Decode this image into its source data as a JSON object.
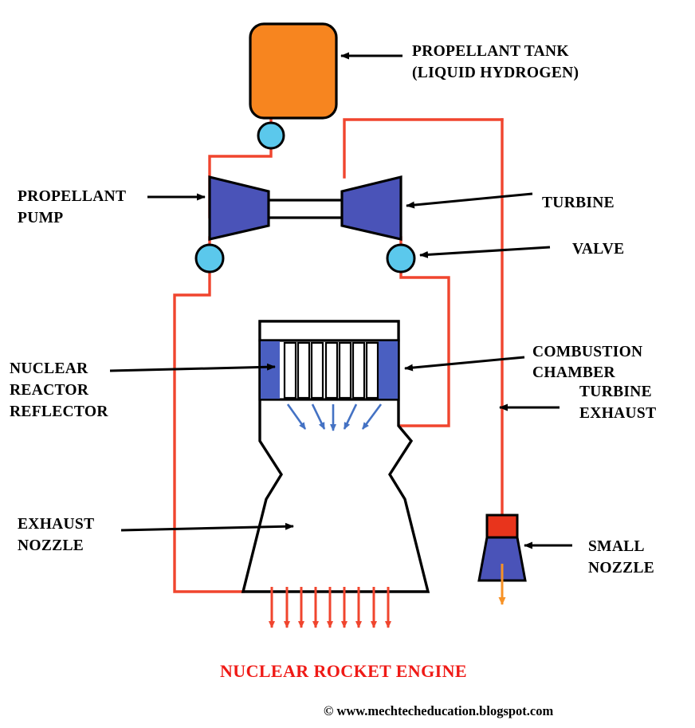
{
  "figure": {
    "title": "NUCLEAR ROCKET ENGINE",
    "credit": "© www.mechtecheducation.blogspot.com",
    "background": "#ffffff"
  },
  "colors": {
    "tank_fill": "#F7851F",
    "valve_fill": "#5BC8EC",
    "machine_fill": "#4A53B8",
    "reflector_fill": "#4A5FC1",
    "pipe_red": "#F0452E",
    "exhaust_red": "#F0452E",
    "core_arrow_blue": "#4472C4",
    "small_nozzle_top": "#E8341C",
    "small_nozzle_body": "#4A53B8",
    "small_nozzle_arrow": "#F79226",
    "outline_black": "#000000",
    "title_red": "#ef1a16"
  },
  "labels": [
    {
      "id": "propellant-tank",
      "lines": [
        "PROPELLANT TANK",
        "(LIQUID HYDROGEN)"
      ]
    },
    {
      "id": "propellant-pump",
      "lines": [
        "PROPELLANT",
        "PUMP"
      ]
    },
    {
      "id": "turbine",
      "lines": [
        "TURBINE"
      ]
    },
    {
      "id": "valve",
      "lines": [
        "VALVE"
      ]
    },
    {
      "id": "combustion-chamber",
      "lines": [
        "COMBUSTION",
        "CHAMBER"
      ]
    },
    {
      "id": "turbine-exhaust",
      "lines": [
        "TURBINE",
        "EXHAUST"
      ]
    },
    {
      "id": "nuclear-reactor-reflector",
      "lines": [
        "NUCLEAR",
        "REACTOR",
        "REFLECTOR"
      ]
    },
    {
      "id": "exhaust-nozzle",
      "lines": [
        "EXHAUST",
        "NOZZLE"
      ]
    },
    {
      "id": "small-nozzle",
      "lines": [
        "SMALL",
        "NOZZLE"
      ]
    }
  ],
  "label_text": {
    "propellant_tank_1": "PROPELLANT TANK",
    "propellant_tank_2": "(LIQUID HYDROGEN)",
    "propellant_pump_1": "PROPELLANT",
    "propellant_pump_2": "PUMP",
    "turbine_1": "TURBINE",
    "valve_1": "VALVE",
    "combustion_chamber_1": "COMBUSTION",
    "combustion_chamber_2": "CHAMBER",
    "turbine_exhaust_1": "TURBINE",
    "turbine_exhaust_2": "EXHAUST",
    "reflector_1": "NUCLEAR",
    "reflector_2": "REACTOR",
    "reflector_3": "REFLECTOR",
    "exhaust_nozzle_1": "EXHAUST",
    "exhaust_nozzle_2": "NOZZLE",
    "small_nozzle_1": "SMALL",
    "small_nozzle_2": "NOZZLE"
  },
  "components": {
    "tank": {
      "name": "propellant-tank",
      "shape": "rounded-rect",
      "fill": "#F7851F"
    },
    "tank_valve": {
      "name": "tank-outlet-valve",
      "shape": "circle",
      "fill": "#5BC8EC"
    },
    "pump": {
      "name": "propellant-pump",
      "shape": "trapezoid",
      "fill": "#4A53B8"
    },
    "turbine": {
      "name": "turbine",
      "shape": "trapezoid",
      "fill": "#4A53B8"
    },
    "pump_valve": {
      "name": "pump-outlet-valve",
      "shape": "circle",
      "fill": "#5BC8EC"
    },
    "turbine_valve": {
      "name": "turbine-outlet-valve",
      "shape": "circle",
      "fill": "#5BC8EC"
    },
    "reactor_core": {
      "name": "reactor-core",
      "fuel_element_count": 7,
      "reflector_panels": 2
    },
    "core_flow_arrows": {
      "name": "core-flow-arrows",
      "count": 5,
      "color": "#4472C4"
    },
    "exhaust_arrows": {
      "name": "nozzle-exhaust-arrows",
      "count": 9,
      "color": "#F0452E"
    },
    "small_nozzle": {
      "name": "small-nozzle",
      "top_fill": "#E8341C",
      "body_fill": "#4A53B8"
    }
  }
}
